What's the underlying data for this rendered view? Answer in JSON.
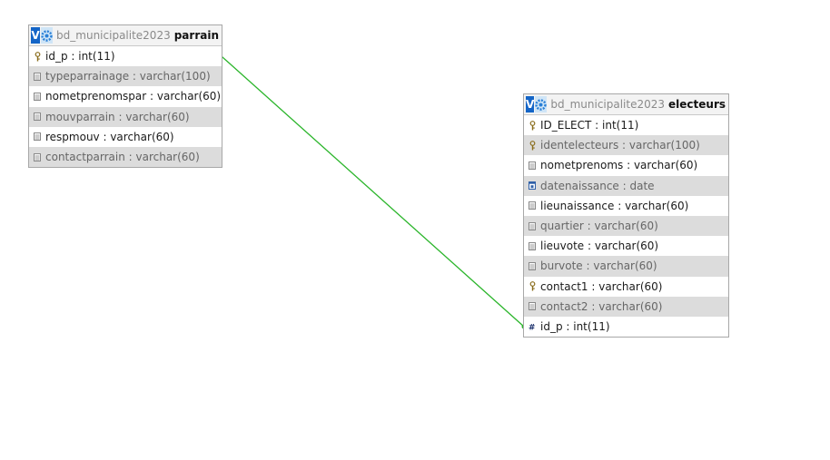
{
  "colors": {
    "relation_line": "#2bb52b",
    "header_v_button": "#1465c7",
    "header_gear_button": "#cfe5f7",
    "alt_row": "#dcdcdc"
  },
  "tables": {
    "parrain": {
      "db": "bd_municipalite2023",
      "name": "parrain",
      "v_label": "V",
      "settings_icon": "gear-icon",
      "columns": [
        {
          "text": "id_p : int(11)",
          "icon": "key-icon"
        },
        {
          "text": "typeparrainage : varchar(100)",
          "icon": "column-icon"
        },
        {
          "text": "nometprenomspar : varchar(60)",
          "icon": "column-icon"
        },
        {
          "text": "mouvparrain : varchar(60)",
          "icon": "column-icon"
        },
        {
          "text": "respmouv : varchar(60)",
          "icon": "column-icon"
        },
        {
          "text": "contactparrain : varchar(60)",
          "icon": "column-icon"
        }
      ]
    },
    "electeurs": {
      "db": "bd_municipalite2023",
      "name": "electeurs",
      "v_label": "V",
      "settings_icon": "gear-icon",
      "columns": [
        {
          "text": "ID_ELECT : int(11)",
          "icon": "key-icon"
        },
        {
          "text": "identelecteurs : varchar(100)",
          "icon": "key-icon"
        },
        {
          "text": "nometprenoms : varchar(60)",
          "icon": "column-icon"
        },
        {
          "text": "datenaissance : date",
          "icon": "date-icon"
        },
        {
          "text": "lieunaissance : varchar(60)",
          "icon": "column-icon"
        },
        {
          "text": "quartier : varchar(60)",
          "icon": "column-icon"
        },
        {
          "text": "lieuvote : varchar(60)",
          "icon": "column-icon"
        },
        {
          "text": "burvote : varchar(60)",
          "icon": "column-icon"
        },
        {
          "text": "contact1 : varchar(60)",
          "icon": "key-icon"
        },
        {
          "text": "contact2 : varchar(60)",
          "icon": "column-icon"
        },
        {
          "text": "id_p : int(11)",
          "icon": "hash-icon"
        }
      ]
    }
  },
  "relations": [
    {
      "from": "parrain.id_p",
      "to": "electeurs.id_p"
    }
  ]
}
